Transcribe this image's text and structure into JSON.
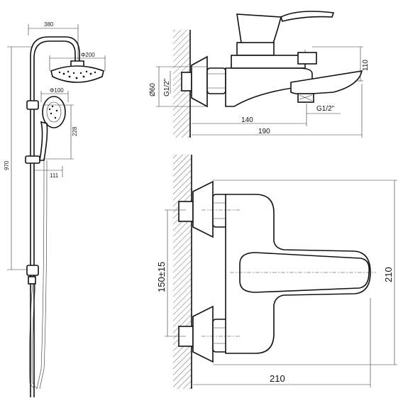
{
  "shower_set": {
    "arm_width": "380",
    "overhead_diameter": "Φ200",
    "hand_diameter": "Φ100",
    "total_height": "970",
    "slider_height": "228",
    "wall_offset": "111"
  },
  "side_view": {
    "pipe_diameter": "Ø60",
    "inlet_thread": "G1/2\"",
    "outlet_thread": "G1/2\"",
    "height": "110",
    "reach_140": "140",
    "reach_190": "190"
  },
  "top_view": {
    "center_distance": "150±15",
    "height": "210",
    "width": "210"
  }
}
